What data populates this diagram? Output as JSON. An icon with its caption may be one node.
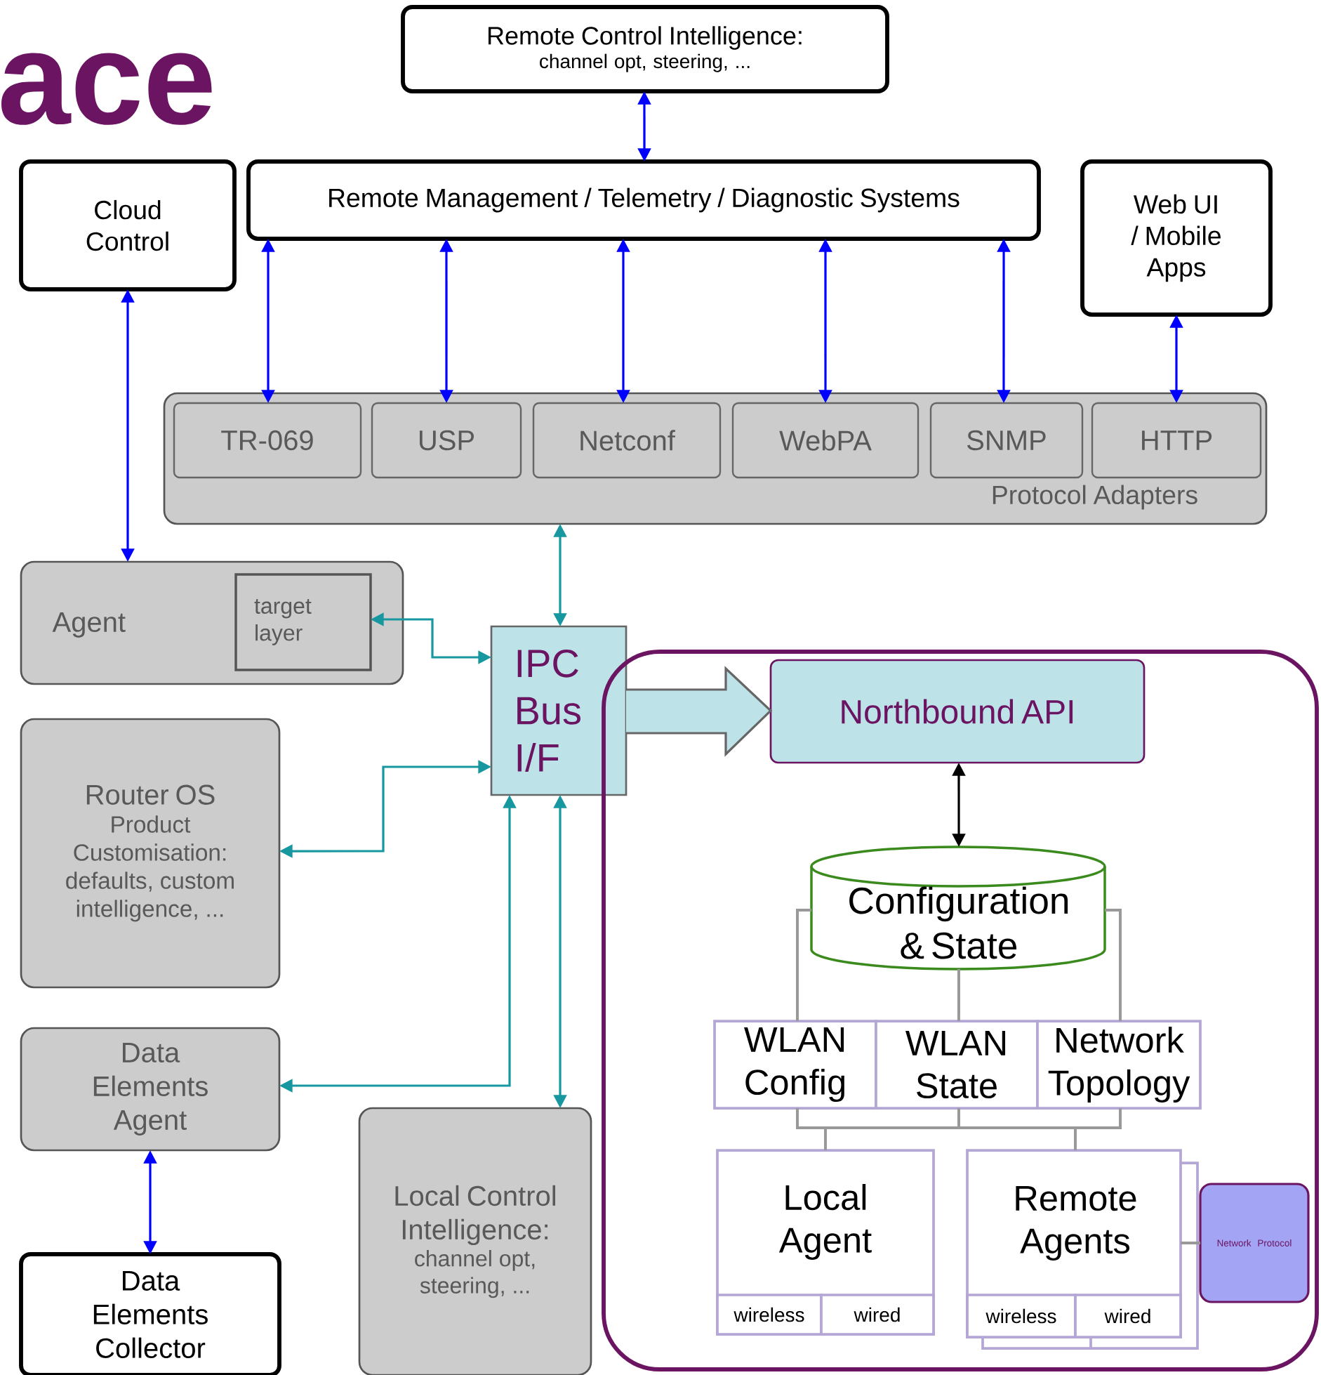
{
  "diagram": {
    "title": "ace",
    "nodes": [
      {
        "text": [
          "Remote Control Intelligence:",
          "channel opt, steering, ..."
        ]
      },
      {
        "text": [
          "Remote Management / Telemetry / Diagnostic Systems"
        ]
      },
      {
        "text": [
          "Cloud Control"
        ]
      },
      {
        "text": [
          "Web UI / Mobile Apps"
        ]
      },
      {
        "text": [
          "Protocol Adapters"
        ]
      },
      {
        "text": [
          "TR-069"
        ],
        "in": 4
      },
      {
        "text": [
          "USP"
        ],
        "in": 4
      },
      {
        "text": [
          "Netconf"
        ],
        "in": 4
      },
      {
        "text": [
          "WebPA"
        ],
        "in": 4
      },
      {
        "text": [
          "SNMP"
        ],
        "in": 4
      },
      {
        "text": [
          "HTTP"
        ],
        "in": 4
      },
      {
        "text": [
          "Agent"
        ]
      },
      {
        "text": [
          "target layer"
        ],
        "in": 11
      },
      {
        "text": [
          "IPC Bus I/F"
        ]
      },
      {
        "text": [],
        "shape": "box"
      },
      {
        "text": [
          "Northbound API"
        ],
        "in": 14
      },
      {
        "text": [
          "Configuration & State"
        ],
        "in": 14
      },
      {
        "text": [
          "WLAN Config"
        ],
        "in": 14
      },
      {
        "text": [
          "WLAN State"
        ],
        "in": 14
      },
      {
        "text": [
          "Network Topology"
        ],
        "in": 14
      },
      {
        "text": [
          "Local Agent"
        ],
        "in": 14
      },
      {
        "text": [
          "wireless"
        ],
        "in": 20
      },
      {
        "text": [
          "wired"
        ],
        "in": 20
      },
      {
        "text": [
          "Remote Agents"
        ],
        "in": 14
      },
      {
        "text": [
          "wireless"
        ],
        "in": 23
      },
      {
        "text": [
          "wired"
        ],
        "in": 23
      },
      {
        "text": [
          "Network Protocol"
        ],
        "in": 14
      },
      {
        "text": [
          "Router OS",
          "Product Customisation: defaults, custom intelligence, ..."
        ]
      },
      {
        "text": [
          "Data Elements Agent"
        ]
      },
      {
        "text": [
          "Data Elements Collector"
        ]
      },
      {
        "text": [
          "Local Control Intelligence:",
          "channel opt, steering, ..."
        ]
      }
    ],
    "edges": [
      {
        "from": 0,
        "to": 1,
        "arrow": "both",
        "color": "#0000ff"
      },
      {
        "from": 1,
        "to": 5,
        "arrow": "both",
        "color": "#0000ff"
      },
      {
        "from": 1,
        "to": 6,
        "arrow": "both",
        "color": "#0000ff"
      },
      {
        "from": 1,
        "to": 7,
        "arrow": "both",
        "color": "#0000ff"
      },
      {
        "from": 1,
        "to": 8,
        "arrow": "both",
        "color": "#0000ff"
      },
      {
        "from": 1,
        "to": 9,
        "arrow": "both",
        "color": "#0000ff"
      },
      {
        "from": 3,
        "to": 10,
        "arrow": "both",
        "color": "#0000ff"
      },
      {
        "from": 2,
        "to": 11,
        "arrow": "both",
        "color": "#0000ff"
      },
      {
        "from": 4,
        "to": 13,
        "arrow": "both",
        "color": "#17979f"
      },
      {
        "from": 12,
        "to": 13,
        "arrow": "both",
        "color": "#17979f"
      },
      {
        "from": 27,
        "to": 13,
        "arrow": "both",
        "color": "#17979f"
      },
      {
        "from": 28,
        "to": 13,
        "arrow": "both",
        "color": "#17979f"
      },
      {
        "from": 13,
        "to": 30,
        "arrow": "both",
        "color": "#17979f"
      },
      {
        "from": 28,
        "to": 29,
        "arrow": "both",
        "color": "#0000ff"
      },
      {
        "from": 13,
        "to": 15,
        "arrow": "to",
        "style": "thick",
        "color": "#bde3e8"
      },
      {
        "from": 15,
        "to": 16,
        "arrow": "both",
        "color": "#000000"
      },
      {
        "from": 16,
        "to": 17,
        "arrow": "none",
        "color": "#999999"
      },
      {
        "from": 16,
        "to": 18,
        "arrow": "none",
        "color": "#999999"
      },
      {
        "from": 16,
        "to": 19,
        "arrow": "none",
        "color": "#999999"
      },
      {
        "from": 17,
        "to": 20,
        "arrow": "none",
        "color": "#999999"
      },
      {
        "from": 17,
        "to": 23,
        "arrow": "none",
        "color": "#999999"
      },
      {
        "from": 18,
        "to": 20,
        "arrow": "none",
        "color": "#999999"
      },
      {
        "from": 18,
        "to": 23,
        "arrow": "none",
        "color": "#999999"
      },
      {
        "from": 19,
        "to": 20,
        "arrow": "none",
        "color": "#999999"
      },
      {
        "from": 19,
        "to": 23,
        "arrow": "none",
        "color": "#999999"
      },
      {
        "from": 23,
        "to": 26,
        "arrow": "none",
        "color": "#999999"
      }
    ]
  }
}
